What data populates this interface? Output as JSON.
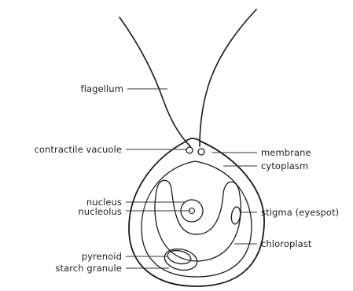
{
  "labels": {
    "flagellum": "flagellum",
    "contractile_vacuole": "contractile vacuole",
    "membrane": "membrane",
    "cytoplasm": "cytoplasm",
    "nucleus": "nucleus",
    "nucleolus": "nucleolus",
    "stigma": "stigma (eyespot)",
    "chloroplast": "chloroplast",
    "pyrenoid": "pyrenoid",
    "starch_granule": "starch granule"
  },
  "colors": {
    "ink": "#1a1a1a",
    "label": "#222222",
    "background": "#ffffff"
  }
}
